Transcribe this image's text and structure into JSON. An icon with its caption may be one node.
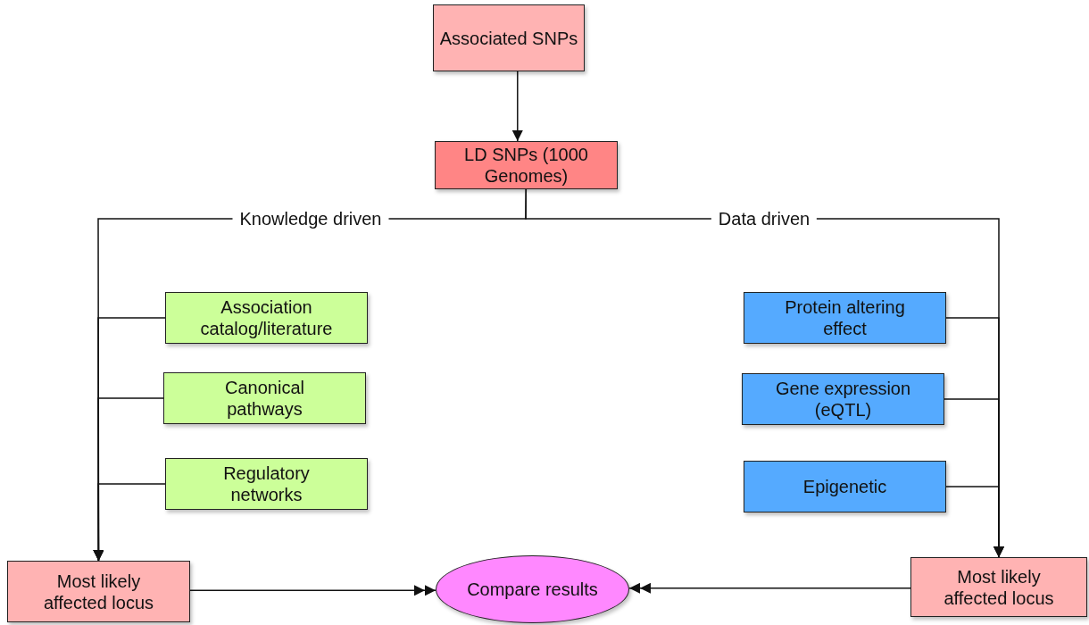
{
  "diagram": {
    "nodes": [
      {
        "text": [
          "Associated SNPs"
        ]
      },
      {
        "text": [
          "LD SNPs (1000 Genomes)"
        ]
      },
      {
        "text": [
          "Association catalog/literature"
        ]
      },
      {
        "text": [
          "Canonical pathways"
        ]
      },
      {
        "text": [
          "Regulatory networks"
        ]
      },
      {
        "text": [
          "Protein altering effect"
        ]
      },
      {
        "text": [
          "Gene expression (eQTL)"
        ]
      },
      {
        "text": [
          "Epigenetic"
        ]
      },
      {
        "text": [
          "Most likely affected locus"
        ]
      },
      {
        "text": [
          "Compare results"
        ]
      },
      {
        "text": [
          "Most likely affected locus"
        ]
      }
    ],
    "edges": [
      {
        "from": 0,
        "to": 1,
        "arrow": "to"
      },
      {
        "from": 1,
        "to": 8,
        "arrow": "to",
        "label": "Knowledge driven"
      },
      {
        "from": 1,
        "to": 10,
        "arrow": "to",
        "label": "Data driven"
      },
      {
        "from": 2,
        "to": 8,
        "arrow": "to"
      },
      {
        "from": 3,
        "to": 8,
        "arrow": "to"
      },
      {
        "from": 4,
        "to": 8,
        "arrow": "to"
      },
      {
        "from": 5,
        "to": 10,
        "arrow": "to"
      },
      {
        "from": 6,
        "to": 10,
        "arrow": "to"
      },
      {
        "from": 7,
        "to": 10,
        "arrow": "to"
      },
      {
        "from": 8,
        "to": 9,
        "arrow": "to"
      },
      {
        "from": 10,
        "to": 9,
        "arrow": "to"
      }
    ]
  }
}
